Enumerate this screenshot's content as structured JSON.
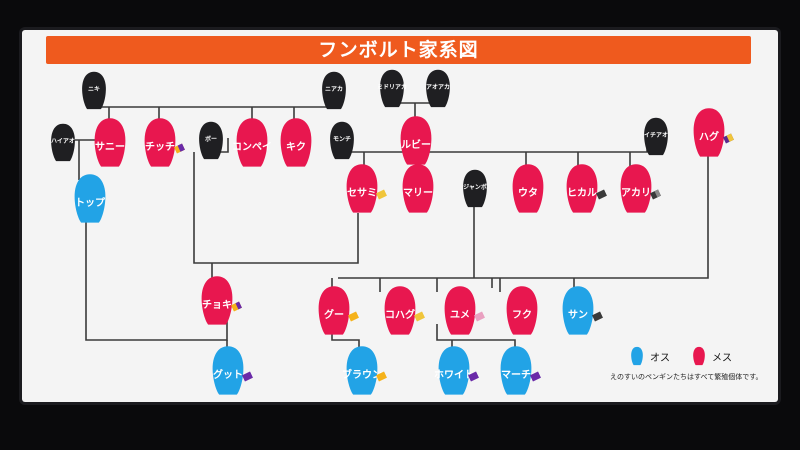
{
  "title": "フンボルト家系図",
  "colors": {
    "male": "#22a3e6",
    "female": "#e8174f",
    "deceased": "#1f1f22",
    "title_bar": "#ef5a1e"
  },
  "nodes": {
    "niki": "ニキ",
    "niaka": "ニアカ",
    "midoriaka": "ミドリアカ",
    "aoaka": "アオアカ",
    "haiao": "ハイアオ",
    "sanny": "サニー",
    "chicchi": "チッチ",
    "boo": "ボー",
    "konpei": "コンペイ",
    "kiku": "キク",
    "monchi": "モンチ",
    "ruby": "ルビー",
    "ichiao": "イチアオ",
    "hagu": "ハグ",
    "top": "トップ",
    "sesami": "セサミ",
    "mary": "マリー",
    "jumbo": "ジャンボ",
    "uta": "ウタ",
    "hikaru": "ヒカル",
    "akari": "アカリ",
    "choki": "チョキ",
    "goo": "グー",
    "kohagu": "コハグ",
    "yume": "ユメ",
    "fuku": "フク",
    "san": "サン",
    "gutto": "グット",
    "brown": "ブラウン",
    "white": "ホワイト",
    "march": "マーチ"
  },
  "legend": {
    "male_label": "オス",
    "female_label": "メス",
    "note": "えのすいのペンギンたちはすべて繁殖個体です。"
  }
}
